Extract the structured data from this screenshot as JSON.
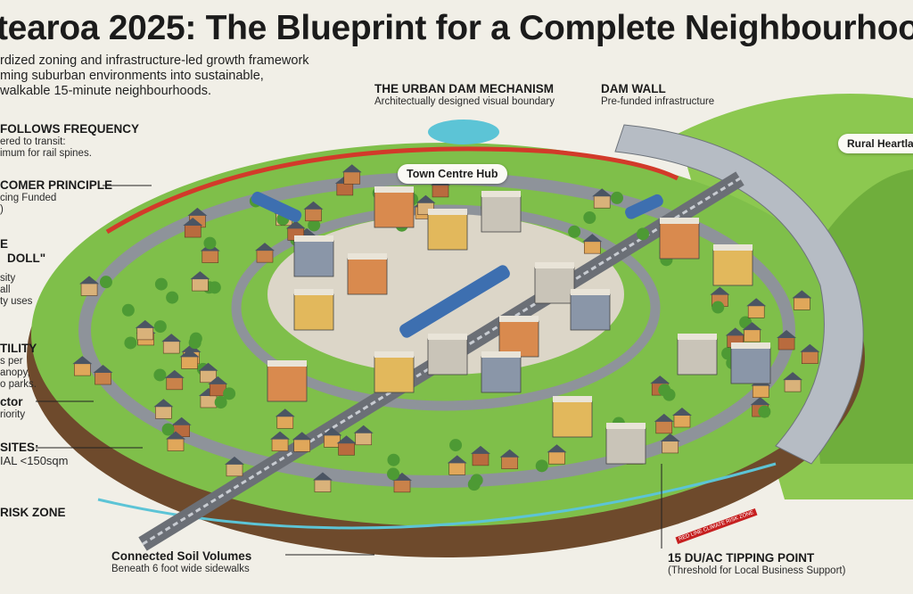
{
  "header": {
    "title": "tearoa 2025: The Blueprint for a Complete Neighbourhoo",
    "subtitle_lines": [
      "rdized zoning and infrastructure-led growth framework",
      "ming suburban environments into sustainable,",
      "walkable 15-minute neighbourhoods."
    ]
  },
  "left_labels": [
    {
      "heading": "FOLLOWS FREQUENCY",
      "lines": [
        "ered to transit:",
        "imum for rail spines."
      ]
    },
    {
      "heading": "COMER PRINCIPLE",
      "lines": [
        "cing Funded",
        ")"
      ]
    },
    {
      "heading": "E",
      "lines": []
    },
    {
      "heading": "DOLL\"",
      "lines": [
        "sity",
        "all",
        "ty uses"
      ]
    },
    {
      "heading": "TILITY",
      "lines": [
        "s per",
        "anopy,",
        "o parks."
      ]
    },
    {
      "heading": "ctor",
      "lines": [
        "riority"
      ]
    },
    {
      "heading": "SITES:",
      "lines": [
        "IAL <150sqm"
      ]
    },
    {
      "heading": "RISK ZONE",
      "lines": []
    }
  ],
  "callouts": {
    "urban_dam": {
      "heading": "THE URBAN DAM MECHANISM",
      "text": "Architectually designed visual boundary"
    },
    "dam_wall": {
      "heading": "DAM WALL",
      "text": "Pre-funded infrastructure"
    },
    "town_centre": "Town Centre Hub",
    "rural": "Rural Heartla",
    "soil": {
      "heading": "Connected Soil Volumes",
      "text": "Beneath 6 foot wide sidewalks"
    },
    "tipping": {
      "heading": "15 DU/AC TIPPING POINT",
      "text": "(Threshold for Local Business Support)"
    },
    "red_line": "RED LINE CLIMATE RISK ZONE"
  },
  "colors": {
    "background": "#f1efe7",
    "grass": "#7fbf4a",
    "soil": "#6e4a2c",
    "road": "#8e939a",
    "red_line": "#d23a2a",
    "water": "#5cc4d6"
  }
}
